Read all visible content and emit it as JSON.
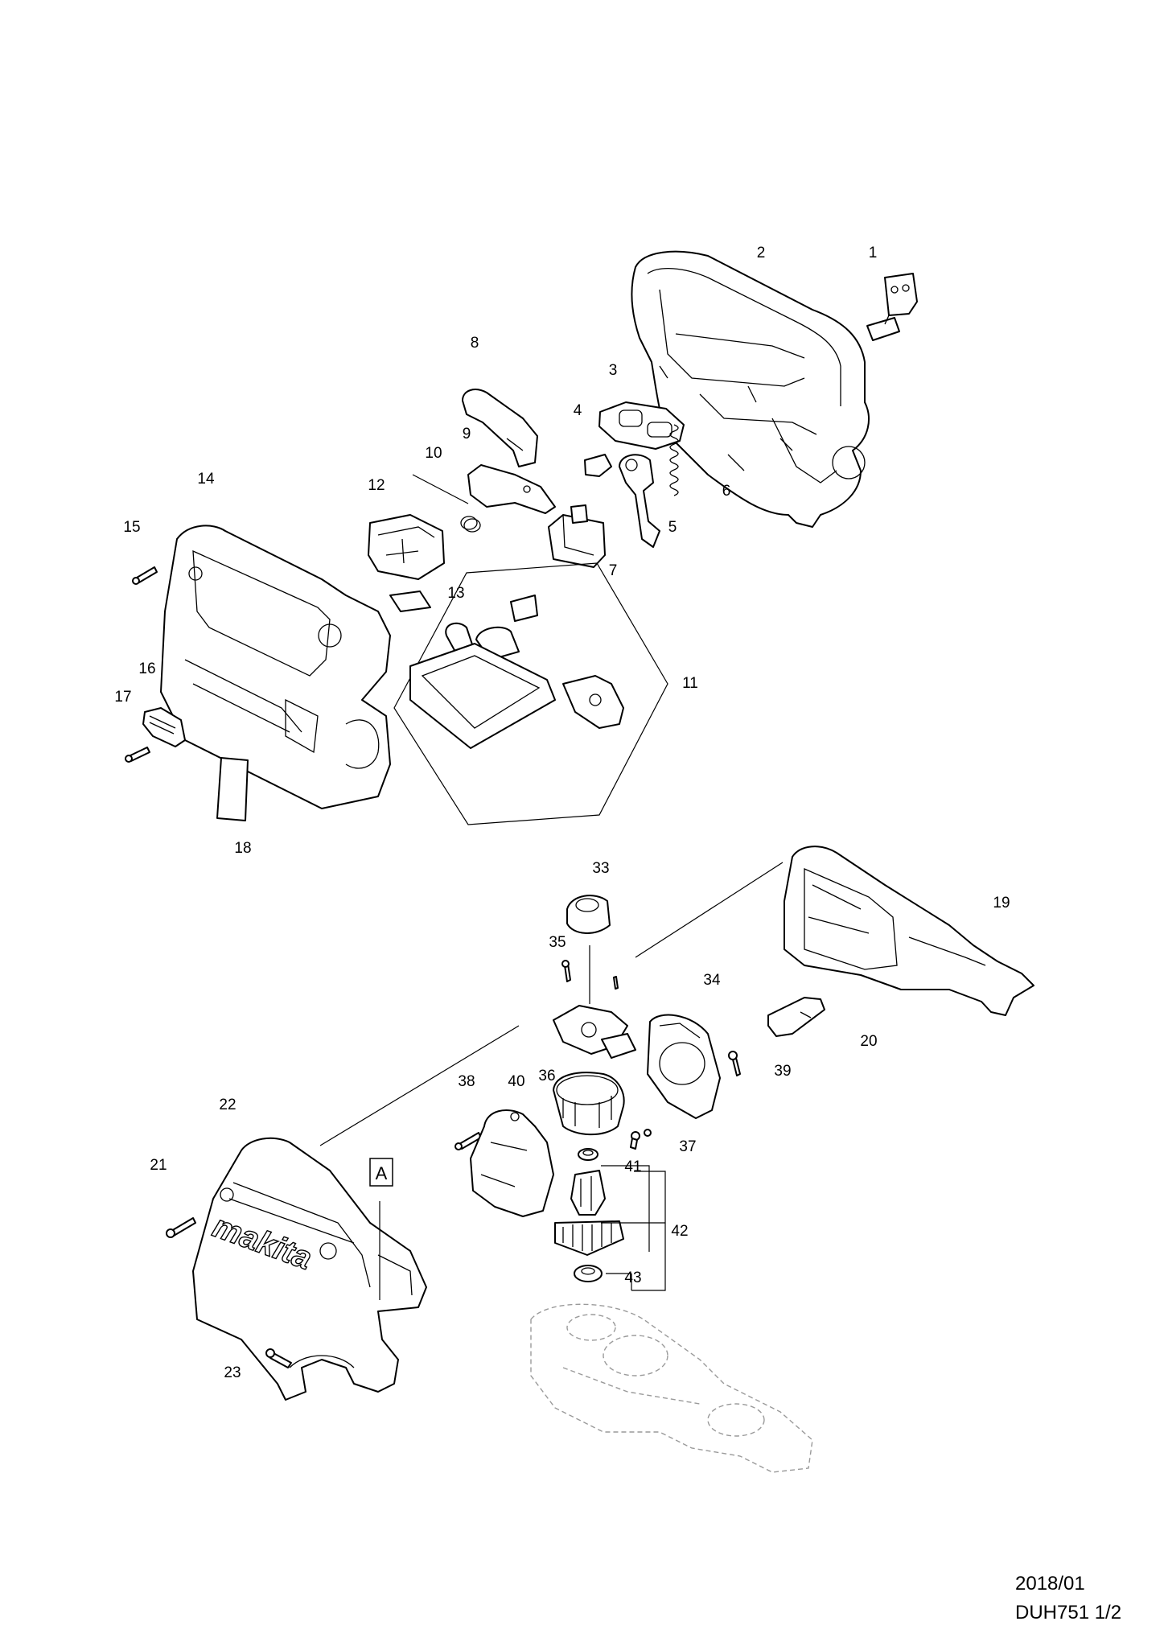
{
  "diagram": {
    "part_numbers": [
      "1",
      "2",
      "3",
      "4",
      "5",
      "6",
      "7",
      "8",
      "9",
      "10",
      "11",
      "12",
      "13",
      "14",
      "15",
      "16",
      "17",
      "18",
      "19",
      "20",
      "21",
      "22",
      "23",
      "33",
      "34",
      "35",
      "36",
      "37",
      "38",
      "39",
      "40",
      "41",
      "42",
      "43"
    ],
    "reference_box": "A",
    "logo_text": "makita"
  },
  "footer": {
    "date": "2018/01",
    "model_page": "DUH751 1/2"
  }
}
